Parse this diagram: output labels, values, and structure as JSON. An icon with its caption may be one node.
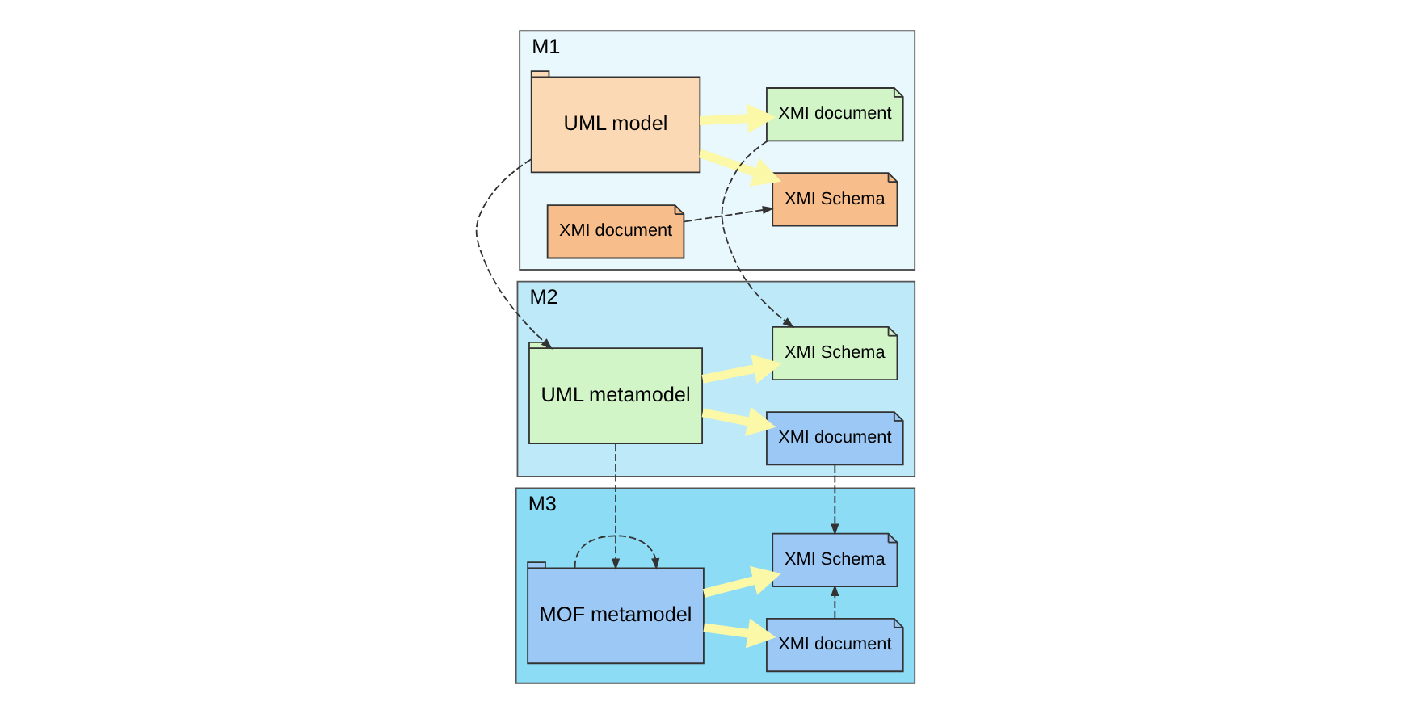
{
  "diagram": {
    "nodes": [
      {
        "text": [
          "M3"
        ]
      },
      {
        "text": [
          "MOF metamodel"
        ],
        "in": 0
      },
      {
        "text": [
          "XMI document"
        ],
        "in": 0
      },
      {
        "text": [
          "XMI Schema"
        ],
        "in": 0
      },
      {
        "text": [
          "M2"
        ]
      },
      {
        "text": [
          "UML metamodel"
        ],
        "in": 4
      },
      {
        "text": [
          "XMI document"
        ],
        "in": 4
      },
      {
        "text": [
          "XMI Schema"
        ],
        "in": 4
      },
      {
        "text": [
          "M1"
        ]
      },
      {
        "text": [
          "UML model"
        ],
        "in": 8
      },
      {
        "text": [
          "XMI document"
        ],
        "in": 8
      },
      {
        "text": [
          "XMI Schema"
        ],
        "in": 8
      },
      {
        "text": [
          "XMI document"
        ],
        "in": 8
      }
    ],
    "edges": [
      {
        "from": 1,
        "to": 1,
        "arrow": "to",
        "style": "dashed"
      },
      {
        "from": 2,
        "to": 3,
        "arrow": "to",
        "style": "dashed"
      },
      {
        "from": 1,
        "to": 2,
        "arrow": "to",
        "style": "thick",
        "color": "#fbf8a8"
      },
      {
        "from": 1,
        "to": 3,
        "arrow": "to",
        "style": "thick",
        "color": "#fbf8a8"
      },
      {
        "from": 5,
        "to": 1,
        "arrow": "to",
        "style": "dashed"
      },
      {
        "from": 6,
        "to": 3,
        "arrow": "to",
        "style": "dashed"
      },
      {
        "from": 5,
        "to": 6,
        "arrow": "to",
        "style": "thick",
        "color": "#fbf8a8"
      },
      {
        "from": 5,
        "to": 7,
        "arrow": "to",
        "style": "thick",
        "color": "#fbf8a8"
      },
      {
        "from": 9,
        "to": 5,
        "arrow": "to",
        "style": "dashed"
      },
      {
        "from": 10,
        "to": 7,
        "arrow": "to",
        "style": "dashed"
      },
      {
        "from": 9,
        "to": 10,
        "arrow": "to",
        "style": "thick",
        "color": "#fbf8a8"
      },
      {
        "from": 9,
        "to": 11,
        "arrow": "to",
        "style": "thick",
        "color": "#fbf8a8"
      },
      {
        "from": 12,
        "to": 11,
        "arrow": "to",
        "style": "dashed"
      }
    ]
  }
}
